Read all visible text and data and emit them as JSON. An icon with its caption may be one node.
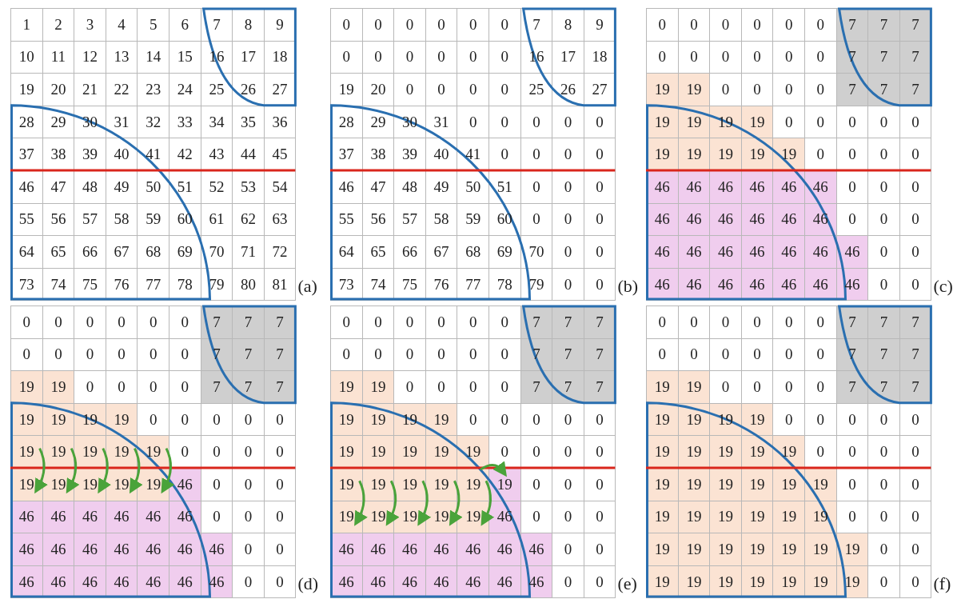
{
  "diagram": {
    "labels": [
      "1",
      "2",
      "3",
      "4",
      "5",
      "6",
      "7",
      "8",
      "9",
      "10",
      "11",
      "12",
      "13",
      "14",
      "15",
      "16",
      "17",
      "18",
      "19",
      "20",
      "21",
      "22",
      "23",
      "24",
      "25",
      "26",
      "27",
      "28",
      "29",
      "30",
      "31",
      "32",
      "33",
      "34",
      "35",
      "36",
      "37",
      "38",
      "39",
      "40",
      "41",
      "42",
      "43",
      "44",
      "45",
      "46",
      "47",
      "48",
      "49",
      "50",
      "51",
      "52",
      "53",
      "54",
      "55",
      "56",
      "57",
      "58",
      "59",
      "60",
      "61",
      "62",
      "63",
      "64",
      "65",
      "66",
      "67",
      "68",
      "69",
      "70",
      "71",
      "72",
      "73",
      "74",
      "75",
      "76",
      "77",
      "78",
      "79",
      "80",
      "81",
      "(a)",
      "0",
      "0",
      "0",
      "0",
      "0",
      "0",
      "7",
      "8",
      "9",
      "0",
      "0",
      "0",
      "0",
      "0",
      "0",
      "16",
      "17",
      "18",
      "19",
      "20",
      "0",
      "0",
      "0",
      "0",
      "25",
      "26",
      "27",
      "28",
      "29",
      "30",
      "31",
      "0",
      "0",
      "0",
      "0",
      "0",
      "37",
      "38",
      "39",
      "40",
      "41",
      "0",
      "0",
      "0",
      "0",
      "46",
      "47",
      "48",
      "49",
      "50",
      "51",
      "0",
      "0",
      "0",
      "55",
      "56",
      "57",
      "58",
      "59",
      "60",
      "0",
      "0",
      "0",
      "64",
      "65",
      "66",
      "67",
      "68",
      "69",
      "70",
      "0",
      "0",
      "73",
      "74",
      "75",
      "76",
      "77",
      "78",
      "79",
      "0",
      "0",
      "(b)",
      "0",
      "0",
      "0",
      "0",
      "0",
      "0",
      "7",
      "7",
      "7",
      "0",
      "0",
      "0",
      "0",
      "0",
      "0",
      "7",
      "7",
      "7",
      "19",
      "19",
      "0",
      "0",
      "0",
      "0",
      "7",
      "7",
      "7",
      "19",
      "19",
      "19",
      "19",
      "0",
      "0",
      "0",
      "0",
      "0",
      "19",
      "19",
      "19",
      "19",
      "19",
      "0",
      "0",
      "0",
      "0",
      "46",
      "46",
      "46",
      "46",
      "46",
      "46",
      "0",
      "0",
      "0",
      "46",
      "46",
      "46",
      "46",
      "46",
      "46",
      "0",
      "0",
      "0",
      "46",
      "46",
      "46",
      "46",
      "46",
      "46",
      "46",
      "0",
      "0",
      "46",
      "46",
      "46",
      "46",
      "46",
      "46",
      "46",
      "0",
      "0",
      "(c)",
      "0",
      "0",
      "0",
      "0",
      "0",
      "0",
      "7",
      "7",
      "7",
      "0",
      "0",
      "0",
      "0",
      "0",
      "0",
      "7",
      "7",
      "7",
      "19",
      "19",
      "0",
      "0",
      "0",
      "0",
      "7",
      "7",
      "7",
      "19",
      "19",
      "19",
      "19",
      "0",
      "0",
      "0",
      "0",
      "0",
      "19",
      "19",
      "19",
      "19",
      "19",
      "0",
      "0",
      "0",
      "0",
      "19",
      "19",
      "19",
      "19",
      "19",
      "46",
      "0",
      "0",
      "0",
      "46",
      "46",
      "46",
      "46",
      "46",
      "46",
      "0",
      "0",
      "0",
      "46",
      "46",
      "46",
      "46",
      "46",
      "46",
      "46",
      "0",
      "0",
      "46",
      "46",
      "46",
      "46",
      "46",
      "46",
      "46",
      "0",
      "0",
      "(d)",
      "0",
      "0",
      "0",
      "0",
      "0",
      "0",
      "7",
      "7",
      "7",
      "0",
      "0",
      "0",
      "0",
      "0",
      "0",
      "7",
      "7",
      "7",
      "19",
      "19",
      "0",
      "0",
      "0",
      "0",
      "7",
      "7",
      "7",
      "19",
      "19",
      "19",
      "19",
      "0",
      "0",
      "0",
      "0",
      "0",
      "19",
      "19",
      "19",
      "19",
      "19",
      "0",
      "0",
      "0",
      "0",
      "19",
      "19",
      "19",
      "19",
      "19",
      "19",
      "0",
      "0",
      "0",
      "19",
      "19",
      "19",
      "19",
      "19",
      "46",
      "0",
      "0",
      "0",
      "46",
      "46",
      "46",
      "46",
      "46",
      "46",
      "46",
      "0",
      "0",
      "46",
      "46",
      "46",
      "46",
      "46",
      "46",
      "46",
      "0",
      "0",
      "(e)",
      "0",
      "0",
      "0",
      "0",
      "0",
      "0",
      "7",
      "7",
      "7",
      "0",
      "0",
      "0",
      "0",
      "0",
      "0",
      "7",
      "7",
      "7",
      "19",
      "19",
      "0",
      "0",
      "0",
      "0",
      "7",
      "7",
      "7",
      "19",
      "19",
      "19",
      "19",
      "0",
      "0",
      "0",
      "0",
      "0",
      "19",
      "19",
      "19",
      "19",
      "19",
      "0",
      "0",
      "0",
      "0",
      "19",
      "19",
      "19",
      "19",
      "19",
      "19",
      "0",
      "0",
      "0",
      "19",
      "19",
      "19",
      "19",
      "19",
      "19",
      "0",
      "0",
      "0",
      "19",
      "19",
      "19",
      "19",
      "19",
      "19",
      "19",
      "0",
      "0",
      "19",
      "19",
      "19",
      "19",
      "19",
      "19",
      "19",
      "0",
      "0",
      "(f)"
    ]
  }
}
